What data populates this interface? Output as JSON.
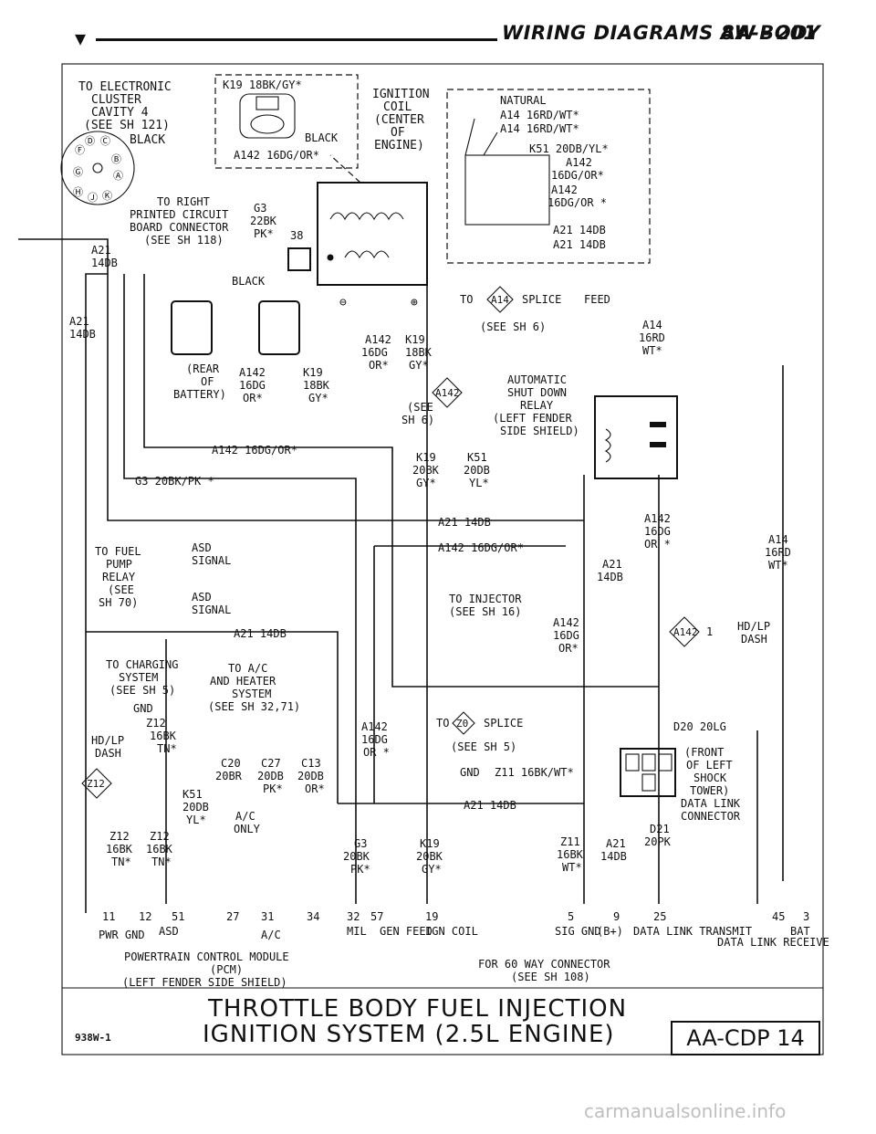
{
  "header": {
    "arrow": "▼",
    "title": "WIRING DIAGRAMS AA-BODY",
    "page": "8W - 201"
  },
  "footer": {
    "title_line1": "THROTTLE BODY FUEL INJECTION",
    "title_line2": "IGNITION SYSTEM (2.5L ENGINE)",
    "figure_id": "938W-1",
    "code": "AA-CDP 14"
  },
  "watermark": "carmanualsonline.info",
  "labels": {
    "elec_cluster": [
      "TO ELECTRONIC",
      "CLUSTER",
      "CAVITY 4",
      "(SEE SH 121)"
    ],
    "k19_top": "K19 18BK/GY*",
    "black1": "BLACK",
    "a142_top": "A142 16DG/OR*",
    "to_right": [
      "TO RIGHT",
      "PRINTED CIRCUIT",
      "BOARD CONNECTOR",
      "(SEE SH 118)"
    ],
    "g3": [
      "G3",
      "22BK",
      "PK*"
    ],
    "num38": "38",
    "ign_coil": [
      "IGNITION",
      "COIL",
      "(CENTER",
      "OF",
      "ENGINE)"
    ],
    "natural": "NATURAL",
    "a14_a": "A14 16RD/WT*",
    "a14_b": "A14 16RD/WT*",
    "k51_top": "K51 20DB/YL*",
    "a142_r1": [
      "A142",
      "16DG/OR*"
    ],
    "a142_r2": [
      "A142",
      "16DG/OR *"
    ],
    "a21_r1": "A21 14DB",
    "a21_r2": "A21 14DB",
    "a21_left1": [
      "A21",
      "14DB"
    ],
    "a21_left2": [
      "A21",
      "14DB"
    ],
    "black2": "BLACK",
    "rear_batt": [
      "(REAR",
      "OF",
      "BATTERY)"
    ],
    "conn1": [
      "A142",
      "16DG",
      "OR*"
    ],
    "conn2": [
      "K19",
      "18BK",
      "GY*"
    ],
    "coil_out1": [
      "A142",
      "16DG",
      "OR*"
    ],
    "coil_out2": [
      "K19",
      "18BK",
      "GY*"
    ],
    "to_a14": "TO",
    "a14_diamond": "A14",
    "splice_feed": "SPLICE",
    "feed": "FEED",
    "see_sh6": "(SEE SH 6)",
    "a14_right": [
      "A14",
      "16RD",
      "WT*"
    ],
    "a142_diamond": "A142",
    "see_sh6b": [
      "(SEE",
      "SH 6)"
    ],
    "asd_relay": [
      "AUTOMATIC",
      "SHUT DOWN",
      "RELAY",
      "(LEFT FENDER",
      "SIDE SHIELD)"
    ],
    "a142_mid": "A142 16DG/OR*",
    "k19_mid": [
      "K19",
      "20BK",
      "GY*"
    ],
    "k51_mid": [
      "K51",
      "20DB",
      "YL*"
    ],
    "g3_mid": "G3 20BK/PK *",
    "a21_mid": "A21 14DB",
    "a142_mid2": "A142 16DG/OR*",
    "a142_relay": [
      "A142",
      "16DG",
      "OR *"
    ],
    "a14_far": [
      "A14",
      "16RD",
      "WT*"
    ],
    "a21_relay": [
      "A21",
      "14DB"
    ],
    "fuel_pump": [
      "TO FUEL",
      "PUMP",
      "RELAY",
      "(SEE",
      "SH 70)"
    ],
    "asd_sig1": [
      "ASD",
      "SIGNAL"
    ],
    "asd_sig2": [
      "ASD",
      "SIGNAL"
    ],
    "injector": [
      "TO INJECTOR",
      "(SEE SH 16)"
    ],
    "a142_inj": [
      "A142",
      "16DG",
      "OR*"
    ],
    "a21_low": "A21 14DB",
    "a142_d2": "A142",
    "num1": "1",
    "hdlp": [
      "HD/LP",
      "DASH"
    ],
    "charging": [
      "TO CHARGING",
      "SYSTEM",
      "(SEE SH 5)"
    ],
    "gnd": "GND",
    "ac_heater": [
      "TO A/C",
      "AND HEATER",
      "SYSTEM",
      "(SEE SH 32,71)"
    ],
    "a142_pcm": [
      "A142",
      "16DG",
      "OR *"
    ],
    "to_z0": "TO",
    "z0": "Z0",
    "splice2": "SPLICE",
    "see_sh5": "(SEE SH 5)",
    "z11_gnd": "Z11 16BK/WT*",
    "gnd2": "GND",
    "d20": "D20 20LG",
    "front_shock": [
      "(FRONT",
      "OF LEFT",
      "SHOCK",
      "TOWER)"
    ],
    "z12": [
      "Z12",
      "16BK",
      "TN*"
    ],
    "hdlp2": [
      "HD/LP",
      "DASH"
    ],
    "z12_diamond": "Z12",
    "c20": [
      "C20",
      "20BR"
    ],
    "c27": [
      "C27",
      "20DB",
      "PK*"
    ],
    "c13": [
      "C13",
      "20DB",
      "OR*"
    ],
    "k51_low": [
      "K51",
      "20DB",
      "YL*"
    ],
    "ac_only": [
      "A/C",
      "ONLY"
    ],
    "a21_low2": "A21 14DB",
    "dlc": [
      "DATA LINK",
      "CONNECTOR"
    ],
    "d21": [
      "D21",
      "20PK"
    ],
    "z12a": [
      "Z12",
      "16BK",
      "TN*"
    ],
    "z12b": [
      "Z12",
      "16BK",
      "TN*"
    ],
    "g3_low": [
      "G3",
      "20BK",
      "PK*"
    ],
    "k19_low": [
      "K19",
      "20BK",
      "GY*"
    ],
    "z11_low": [
      "Z11",
      "16BK",
      "WT*"
    ],
    "a21_low3": [
      "A21",
      "14DB"
    ],
    "pins": [
      "11",
      "12",
      "51",
      "27",
      "31",
      "34",
      "32",
      "57",
      "19",
      "5",
      "9",
      "25",
      "45",
      "3"
    ],
    "pin_groups": [
      "PWR GND",
      "ASD",
      "A/C",
      "MIL",
      "GEN FEED",
      "IGN COIL",
      "SIG GND",
      "(B+)",
      "DATA LINK TRANSMIT",
      "DATA LINK RECEIVE",
      "BAT"
    ],
    "pcm": [
      "POWERTRAIN CONTROL MODULE",
      "(PCM)",
      "(LEFT FENDER SIDE SHIELD)"
    ],
    "conn60": [
      "FOR 60 WAY CONNECTOR",
      "(SEE SH 108)"
    ]
  }
}
